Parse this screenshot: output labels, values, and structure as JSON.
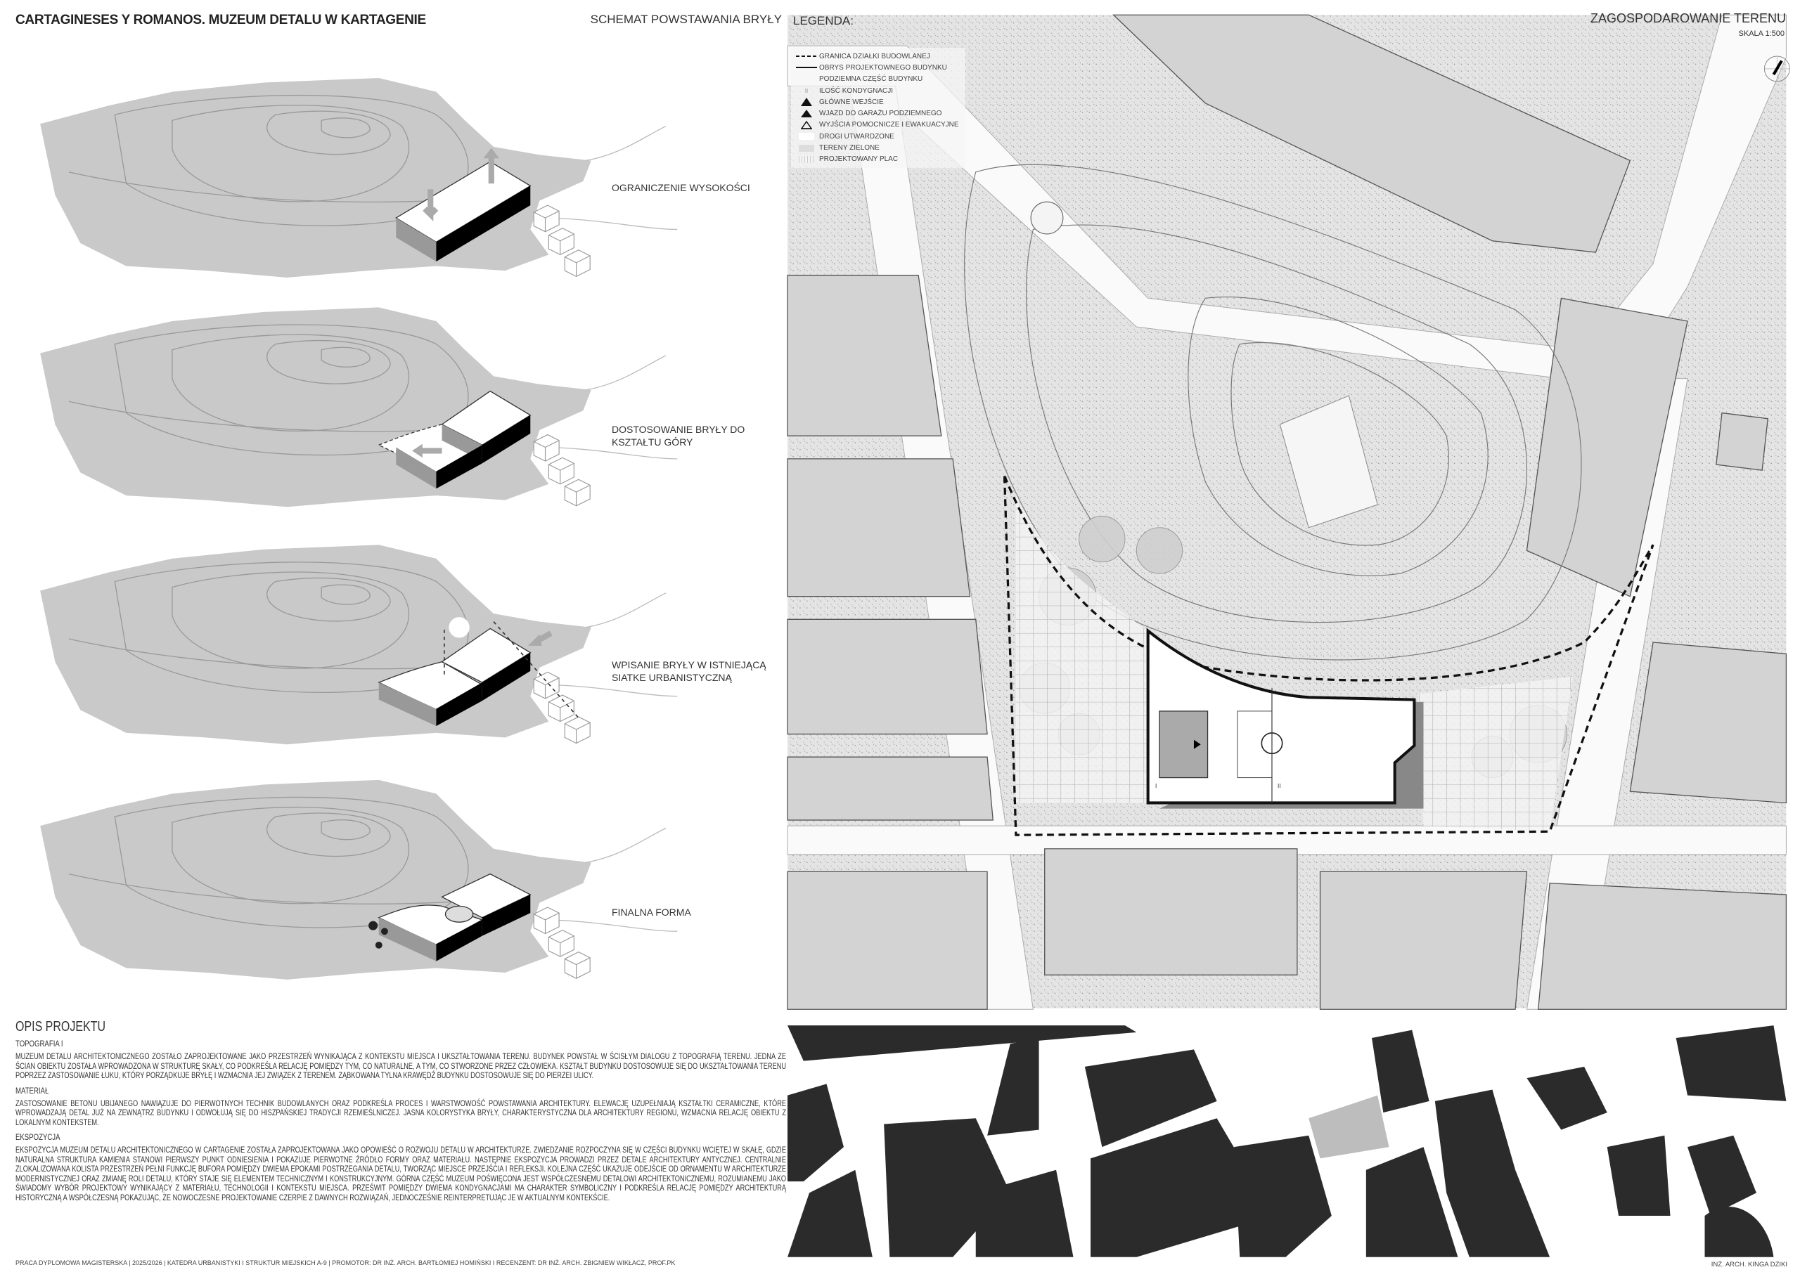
{
  "header": {
    "title": "CARTAGINESES Y ROMANOS. MUZEUM DETALU W KARTAGENIE",
    "schemat_title": "SCHEMAT POWSTAWANIA BRYŁY",
    "legend_title": "LEGENDA:",
    "plan_title": "ZAGOSPODAROWANIE TERENU",
    "scale": "SKALA 1:500"
  },
  "legend": [
    {
      "icon": "dashed-line",
      "label": "GRANICA DZIAŁKI BUDOWLANEJ"
    },
    {
      "icon": "solid-line",
      "label": "OBRYS PROJEKTOWNEGO BUDYNKU"
    },
    {
      "icon": "none",
      "label": "PODZIEMNA CZĘŚĆ BUDYNKU"
    },
    {
      "icon": "roman-numeral",
      "label": "ILOŚĆ KONDYGNACJI",
      "symbol": "II"
    },
    {
      "icon": "filled-triangle",
      "label": "GŁÓWNE WEJŚCIE"
    },
    {
      "icon": "filled-triangle",
      "label": "WJAZD DO GARAŻU PODZIEMNEGO"
    },
    {
      "icon": "outline-triangle",
      "label": "WYJŚCIA POMOCNICZE I EWAKUACYJNE"
    },
    {
      "icon": "white-swatch",
      "label": "DROGI UTWARDZONE"
    },
    {
      "icon": "grey-swatch",
      "label": "TERENY ZIELONE"
    },
    {
      "icon": "hatch-swatch",
      "label": "PROJEKTOWANY PLAC"
    }
  ],
  "steps": [
    {
      "label": "OGRANICZENIE WYSOKOŚCI"
    },
    {
      "label": "DOSTOSOWANIE BRYŁY DO KSZTAŁTU GÓRY"
    },
    {
      "label": "WPISANIE BRYŁY W ISTNIEJĄCĄ SIATKE URBANISTYCZNĄ"
    },
    {
      "label": "FINALNA FORMA"
    }
  ],
  "description": {
    "heading": "OPIS PROJEKTU",
    "sections": [
      {
        "title": "TOPOGRAFIA I",
        "text": "MUZEUM DETALU ARCHITEKTONICZNEGO ZOSTAŁO ZAPROJEKTOWANE JAKO PRZESTRZEŃ WYNIKAJĄCA Z KONTEKSTU MIEJSCA I UKSZTAŁTOWANIA TERENU. BUDYNEK POWSTAŁ W ŚCISŁYM DIALOGU Z TOPOGRAFIĄ TERENU. JEDNA ZE ŚCIAN OBIEKTU ZOSTAŁA WPROWADZONA W STRUKTURĘ SKAŁY, CO PODKREŚLA RELACJĘ POMIĘDZY TYM, CO NATURALNE, A TYM, CO STWORZONE PRZEZ CZŁOWIEKA. KSZTAŁT BUDYNKU DOSTOSOWUJE SIĘ DO UKSZTAŁTOWANIA TERENU POPRZEZ ZASTOSOWANIE ŁUKU, KTÓRY PORZĄDKUJE BRYŁĘ I WZMACNIA JEJ ZWIĄZEK Z TERENEM. ZĄBKOWANA TYLNA KRAWĘDŹ BUDYNKU DOSTOSOWUJE SIĘ DO PIERZEI ULICY."
      },
      {
        "title": "MATERIAŁ",
        "text": "ZASTOSOWANIE BETONU UBIJANEGO NAWIĄZUJE DO PIERWOTNYCH TECHNIK BUDOWLANYCH ORAZ PODKREŚLA PROCES I WARSTWOWOŚĆ POWSTAWANIA ARCHITEKTURY. ELEWACJĘ UZUPEŁNIAJĄ KSZTAŁTKI CERAMICZNE, KTÓRE WPROWADZAJĄ DETAL JUŻ NA ZEWNĄTRZ BUDYNKU I ODWOŁUJĄ SIĘ DO HISZPAŃSKIEJ TRADYCJI RZEMIEŚLNICZEJ. JASNA KOLORYSTYKA BRYŁY, CHARAKTERYSTYCZNA DLA ARCHITEKTURY REGIONU, WZMACNIA RELACJĘ OBIEKTU Z LOKALNYM KONTEKSTEM."
      },
      {
        "title": "EKSPOZYCJA",
        "text": "EKSPOZYCJA MUZEUM DETALU ARCHITEKTONICZNEGO W CARTAGENIE ZOSTAŁA ZAPROJEKTOWANA JAKO OPOWIEŚĆ O ROZWOJU DETALU W ARCHITEKTURZE. ZWIEDZANIE ROZPOCZYNA SIĘ W CZĘŚCI BUDYNKU WCIĘTEJ W SKAŁĘ, GDZIE NATURALNA STRUKTURA KAMIENIA STANOWI PIERWSZY PUNKT ODNIESIENIA I POKAZUJE PIERWOTNE ŹRÓDŁO FORMY ORAZ MATERIAŁU. NASTĘPNIE EKSPOZYCJA PROWADZI PRZEZ DETALE ARCHITEKTURY ANTYCZNEJ. CENTRALNIE ZLOKALIZOWANA KOLISTA PRZESTRZEŃ PEŁNI FUNKCJĘ BUFORA POMIĘDZY DWIEMA EPOKAMI POSTRZEGANIA DETALU, TWORZĄC MIEJSCE PRZEJŚCIA I REFLEKSJI. KOLEJNA CZĘŚĆ UKAZUJE ODEJŚCIE OD ORNAMENTU W ARCHITEKTURZE MODERNISTYCZNEJ ORAZ ZMIANĘ ROLI DETALU, KTÓRY STAJE SIĘ ELEMENTEM TECHNICZNYM I KONSTRUKCYJNYM. GÓRNA CZĘŚĆ MUZEUM POŚWIĘCONA JEST WSPÓŁCZESNEMU DETALOWI ARCHITEKTONICZNEMU, ROZUMIANEMU JAKO ŚWIADOMY WYBÓR PROJEKTOWY WYNIKAJĄCY Z MATERIAŁU, TECHNOLOGII I KONTEKSTU MIEJSCA. PRZEŚWIT POMIĘDZY DWIEMA KONDYGNACJAMI MA CHARAKTER SYMBOLICZNY I PODKREŚLA RELACJĘ POMIĘDZY ARCHITEKTURĄ HISTORYCZNĄ A WSPÓŁCZESNĄ POKAZUJĄC, ŻE NOWOCZESNE PROJEKTOWANIE CZERPIE Z DAWNYCH ROZWIĄZAŃ, JEDNOCZEŚNIE REINTERPRETUJĄC JE W AKTUALNYM KONTEKŚCIE."
      }
    ]
  },
  "plan_marks": {
    "entrance_a": "I",
    "entrance_b": "II"
  },
  "footer": {
    "credits": "PRACA DYPLOMOWA MAGISTERSKA | 2025/2026 | KATEDRA URBANISTYKI I STRUKTUR MIEJSKICH A-9 | PROMOTOR: DR INŻ. ARCH. BARTŁOMIEJ HOMIŃSKI I RECENZENT: DR INŻ. ARCH. ZBIGNIEW WIKŁACZ, PROF.PK",
    "author": "INŻ. ARCH. KINGA DZIKI"
  },
  "colors": {
    "terrain": "#c9c9c9",
    "map_bg": "#ececec",
    "building_grey": "#cfcfcf",
    "figure_black": "#2b2b2b",
    "plaza": "#bdbdbd"
  }
}
